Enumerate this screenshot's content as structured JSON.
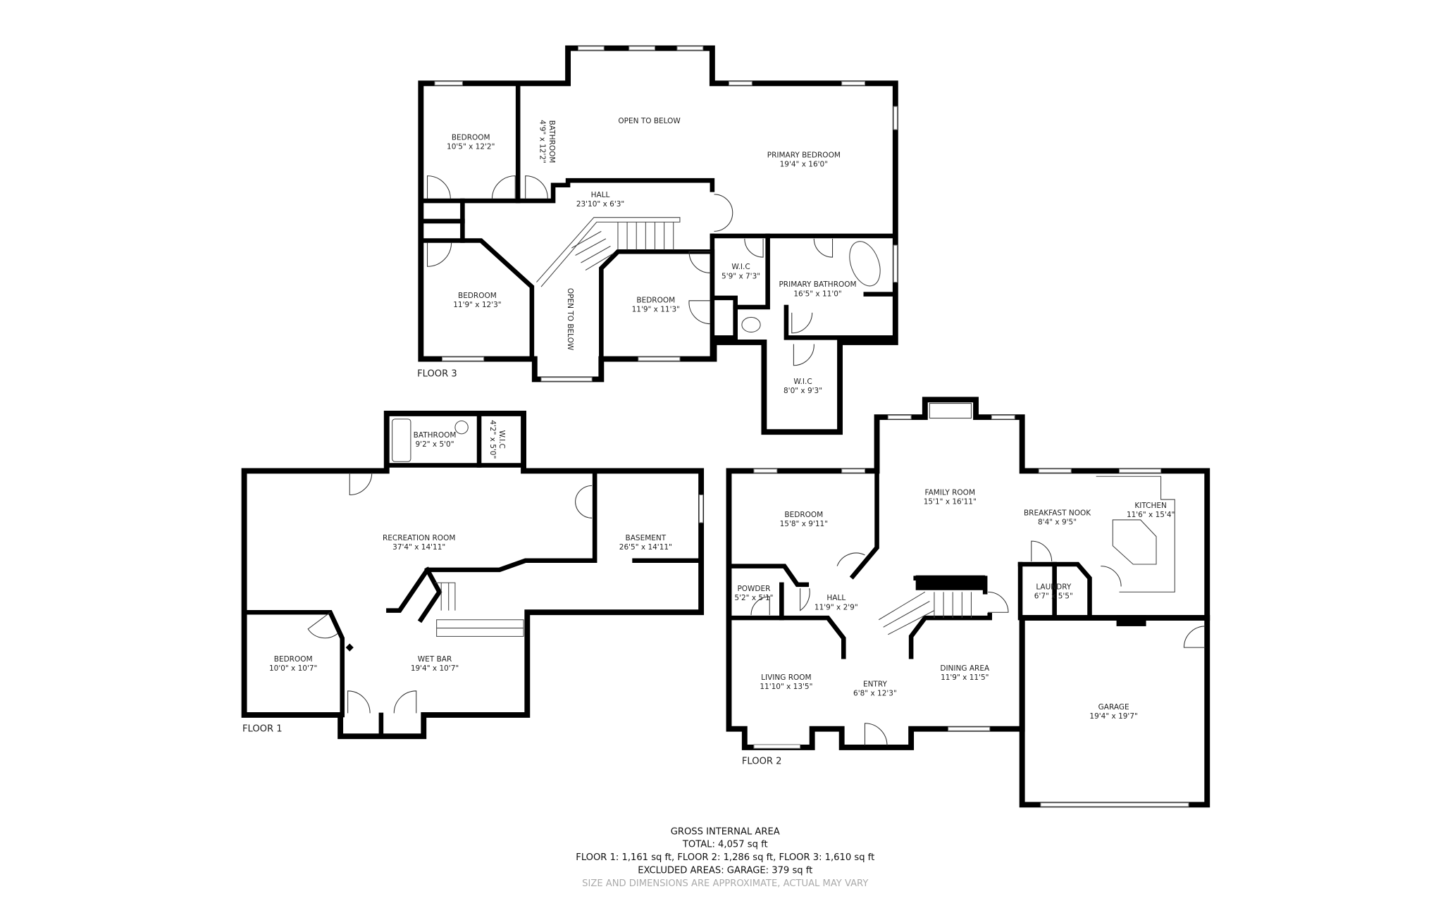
{
  "floor3": {
    "label": "FLOOR 3",
    "rooms": [
      {
        "name": "BEDROOM",
        "dims": "10'5\" x 12'2\""
      },
      {
        "name": "BATHROOM",
        "dims": "4'9\" x 12'2\""
      },
      {
        "name": "OPEN TO BELOW",
        "dims": ""
      },
      {
        "name": "PRIMARY BEDROOM",
        "dims": "19'4\" x 16'0\""
      },
      {
        "name": "HALL",
        "dims": "23'10\" x 6'3\""
      },
      {
        "name": "BEDROOM",
        "dims": "11'9\" x 12'3\""
      },
      {
        "name": "OPEN TO BELOW",
        "dims": ""
      },
      {
        "name": "BEDROOM",
        "dims": "11'9\" x 11'3\""
      },
      {
        "name": "W.I.C",
        "dims": "5'9\" x 7'3\""
      },
      {
        "name": "PRIMARY BATHROOM",
        "dims": "16'5\" x 11'0\""
      },
      {
        "name": "W.I.C",
        "dims": "8'0\" x 9'3\""
      }
    ]
  },
  "floor1": {
    "label": "FLOOR 1",
    "rooms": [
      {
        "name": "BATHROOM",
        "dims": "9'2\" x 5'0\""
      },
      {
        "name": "W.I.C",
        "dims": "4'2\" x 5'0\""
      },
      {
        "name": "RECREATION ROOM",
        "dims": "37'4\" x 14'11\""
      },
      {
        "name": "BASEMENT",
        "dims": "26'5\" x 14'11\""
      },
      {
        "name": "BEDROOM",
        "dims": "10'0\" x 10'7\""
      },
      {
        "name": "WET BAR",
        "dims": "19'4\" x 10'7\""
      }
    ]
  },
  "floor2": {
    "label": "FLOOR 2",
    "rooms": [
      {
        "name": "BEDROOM",
        "dims": "15'8\" x 9'11\""
      },
      {
        "name": "FAMILY ROOM",
        "dims": "15'1\" x 16'11\""
      },
      {
        "name": "BREAKFAST NOOK",
        "dims": "8'4\" x 9'5\""
      },
      {
        "name": "KITCHEN",
        "dims": "11'6\" x 15'4\""
      },
      {
        "name": "POWDER",
        "dims": "5'2\" x 5'1\""
      },
      {
        "name": "HALL",
        "dims": "11'9\" x 2'9\""
      },
      {
        "name": "LAUNDRY",
        "dims": "6'7\" x 5'5\""
      },
      {
        "name": "LIVING ROOM",
        "dims": "11'10\" x 13'5\""
      },
      {
        "name": "ENTRY",
        "dims": "6'8\" x 12'3\""
      },
      {
        "name": "DINING AREA",
        "dims": "11'9\" x 11'5\""
      },
      {
        "name": "GARAGE",
        "dims": "19'4\" x 19'7\""
      }
    ]
  },
  "summary": {
    "title": "GROSS INTERNAL AREA",
    "total": "TOTAL: 4,057 sq ft",
    "floors": "FLOOR 1: 1,161 sq ft, FLOOR 2: 1,286 sq ft, FLOOR 3: 1,610 sq ft",
    "excluded": "EXCLUDED AREAS: GARAGE: 379 sq ft",
    "disclaimer": "SIZE AND DIMENSIONS ARE APPROXIMATE, ACTUAL MAY VARY"
  },
  "colors": {
    "wall": "#000000",
    "disclaimer": "#aaaaaa"
  }
}
